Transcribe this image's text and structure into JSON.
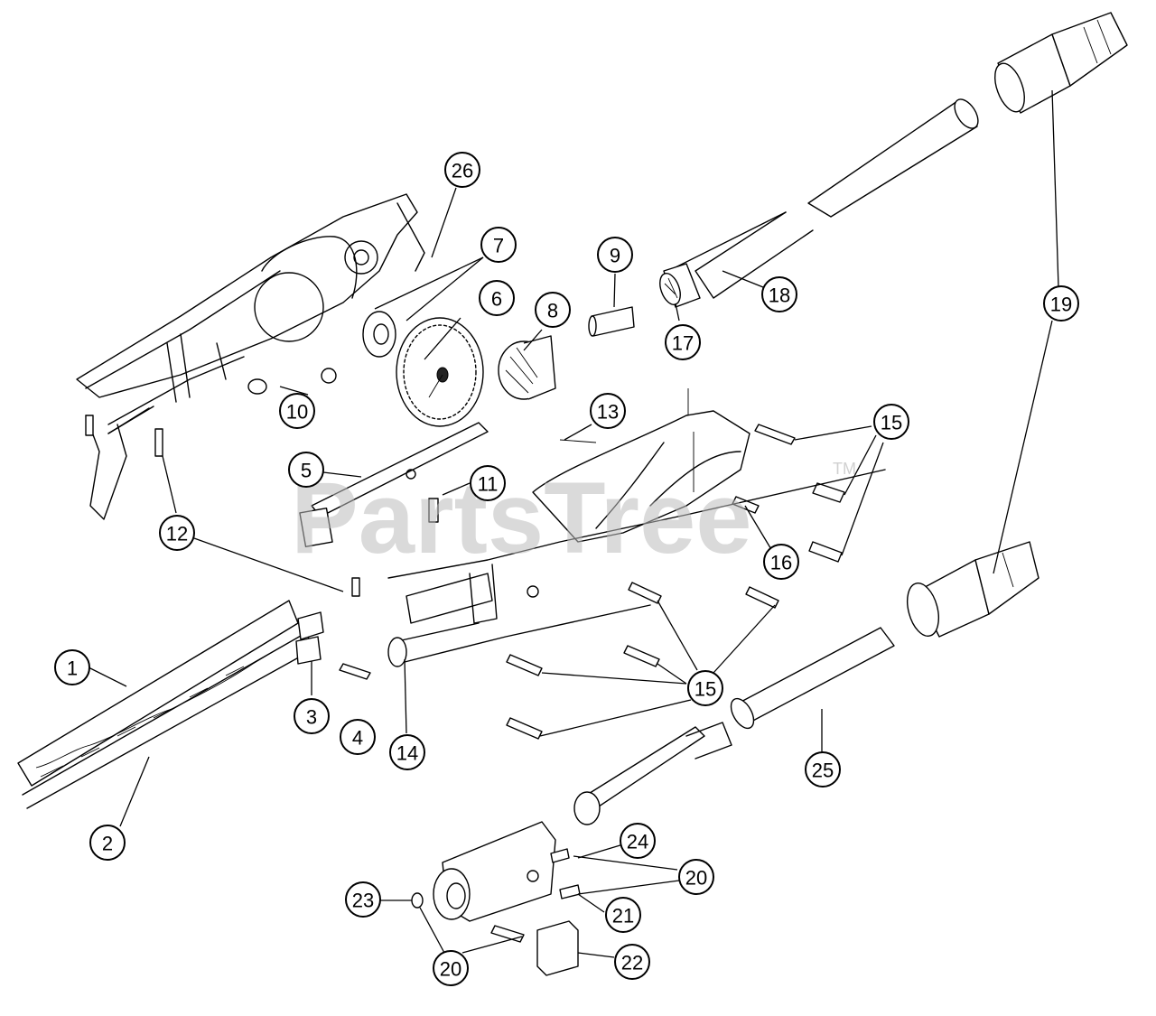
{
  "watermark": {
    "brand": "PartsTree",
    "trademark": "TM"
  },
  "callouts": [
    {
      "label": "1"
    },
    {
      "label": "2"
    },
    {
      "label": "3"
    },
    {
      "label": "4"
    },
    {
      "label": "5"
    },
    {
      "label": "6"
    },
    {
      "label": "7"
    },
    {
      "label": "8"
    },
    {
      "label": "9"
    },
    {
      "label": "10"
    },
    {
      "label": "11"
    },
    {
      "label": "12"
    },
    {
      "label": "13"
    },
    {
      "label": "14"
    },
    {
      "label": "15"
    },
    {
      "label": "15"
    },
    {
      "label": "16"
    },
    {
      "label": "17"
    },
    {
      "label": "18"
    },
    {
      "label": "19"
    },
    {
      "label": "20"
    },
    {
      "label": "20"
    },
    {
      "label": "21"
    },
    {
      "label": "22"
    },
    {
      "label": "23"
    },
    {
      "label": "24"
    },
    {
      "label": "25"
    },
    {
      "label": "26"
    }
  ]
}
